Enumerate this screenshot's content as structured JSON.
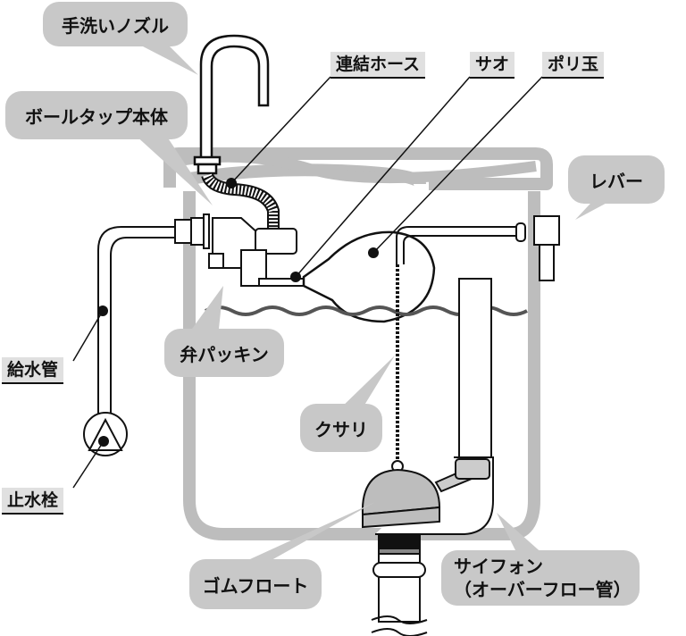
{
  "title": "Toilet tank internal parts diagram",
  "labels": {
    "nozzle": "手洗いノズル",
    "balltap": "ボールタップ本体",
    "hose": "連結ホース",
    "sao": "サオ",
    "poly_ball": "ポリ玉",
    "lever": "レバー",
    "valve_packing": "弁パッキン",
    "supply_pipe": "給水管",
    "stop_valve": "止水栓",
    "chain": "クサリ",
    "rubber_float": "ゴムフロート",
    "siphon_line1": "サイフォン",
    "siphon_line2": "（オーバーフロー管）"
  },
  "colors": {
    "bubble": "#c8c8c8",
    "tag": "#e0e0e0",
    "tank": "#bdbdbd",
    "line": "#111111"
  }
}
